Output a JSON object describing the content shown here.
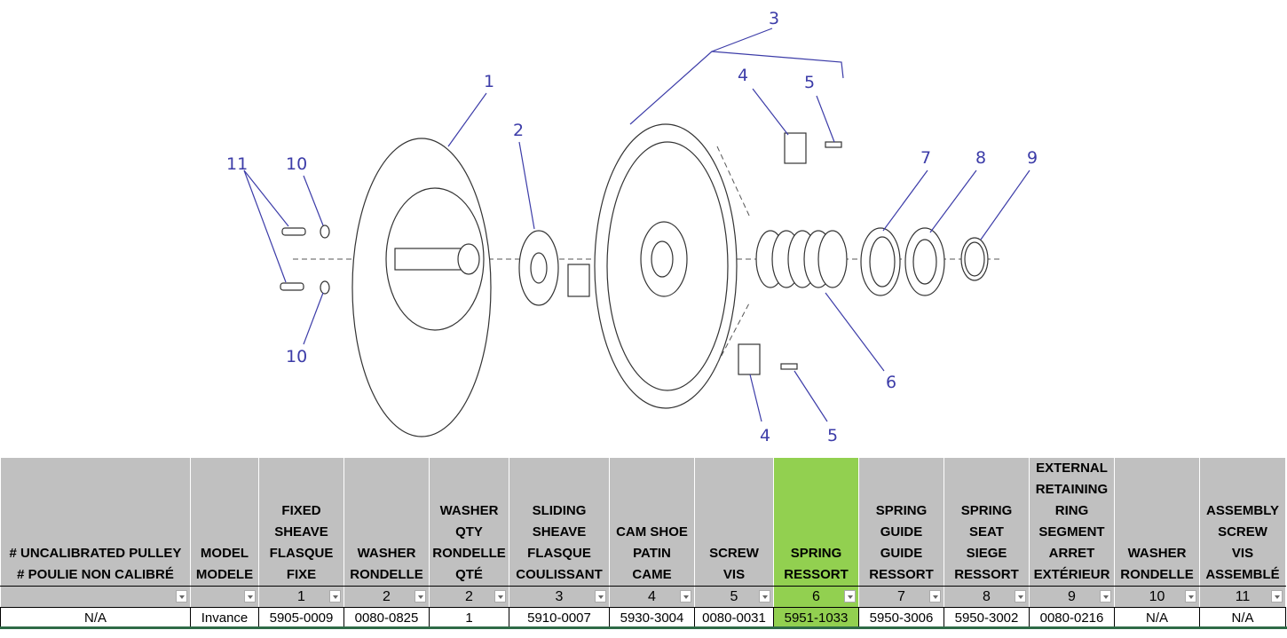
{
  "diagram": {
    "callouts": [
      "1",
      "2",
      "3",
      "4",
      "5",
      "7",
      "8",
      "9",
      "11",
      "10",
      "10",
      "6",
      "4",
      "5"
    ]
  },
  "table": {
    "headers": [
      [
        "# UNCALIBRATED PULLEY",
        "# POULIE NON CALIBRÉ"
      ],
      [
        "MODEL",
        "MODELE"
      ],
      [
        "FIXED",
        "SHEAVE",
        "FLASQUE",
        "FIXE"
      ],
      [
        "WASHER",
        "RONDELLE"
      ],
      [
        "WASHER",
        "QTY",
        "RONDELLE",
        "QTÉ"
      ],
      [
        "SLIDING",
        "SHEAVE",
        "FLASQUE",
        "COULISSANT"
      ],
      [
        "CAM SHOE",
        "PATIN",
        "CAME"
      ],
      [
        "SCREW",
        "VIS"
      ],
      [
        "SPRING",
        "RESSORT"
      ],
      [
        "SPRING",
        "GUIDE",
        "GUIDE",
        "RESSORT"
      ],
      [
        "SPRING",
        "SEAT",
        "SIEGE",
        "RESSORT"
      ],
      [
        "EXTERNAL",
        "RETAINING",
        "RING",
        "SEGMENT",
        "ARRET",
        "EXTÉRIEUR"
      ],
      [
        "WASHER",
        "RONDELLE"
      ],
      [
        "ASSEMBLY",
        "SCREW",
        "VIS",
        "ASSEMBLÉ"
      ]
    ],
    "filter_row": [
      "",
      "",
      "1",
      "2",
      "2",
      "3",
      "4",
      "5",
      "6",
      "7",
      "8",
      "9",
      "10",
      "11"
    ],
    "rows": [
      [
        "N/A",
        "Invance",
        "5905-0009",
        "0080-0825",
        "1",
        "5910-0007",
        "5930-3004",
        "0080-0031",
        "5951-1033",
        "5950-3006",
        "5950-3002",
        "0080-0216",
        "N/A",
        "N/A"
      ]
    ],
    "highlight_column_index": 8,
    "highlight_color": "#92d050",
    "header_color": "#c0c0c0"
  }
}
